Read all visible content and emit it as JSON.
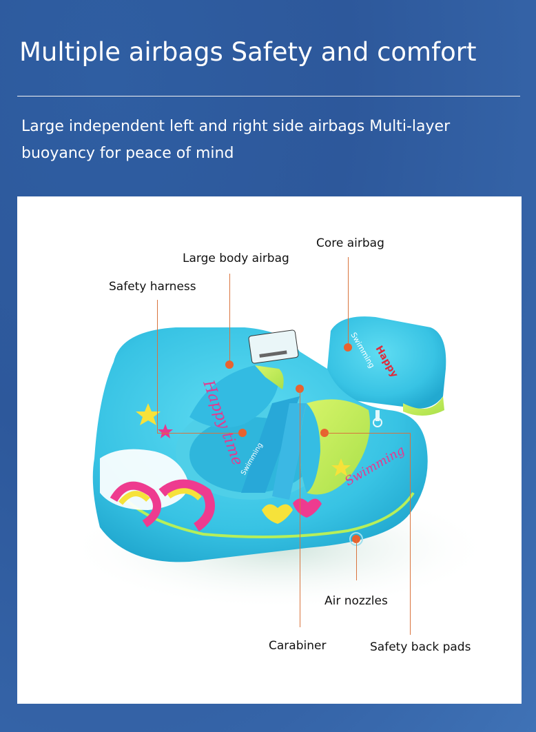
{
  "header": {
    "title": "Multiple airbags Safety and comfort",
    "subtitle": "Large independent left and right side airbags Multi-layer buoyancy for peace of mind"
  },
  "colors": {
    "background": "#2f5ea2",
    "panel": "#ffffff",
    "callout_line": "#d9733c",
    "callout_dot": "#e8622f",
    "float_primary": "#3cc6e6",
    "float_accent": "#c8f05a"
  },
  "product": {
    "name": "baby swim float",
    "printed_text": [
      "Happy time",
      "Happy Swimming",
      "Swimming",
      "Swimming"
    ]
  },
  "callouts": [
    {
      "id": "core-airbag",
      "label": "Core airbag"
    },
    {
      "id": "large-body-airbag",
      "label": "Large body airbag"
    },
    {
      "id": "safety-harness",
      "label": "Safety harness"
    },
    {
      "id": "air-nozzles",
      "label": "Air nozzles"
    },
    {
      "id": "carabiner",
      "label": "Carabiner"
    },
    {
      "id": "safety-back-pads",
      "label": "Safety back pads"
    }
  ]
}
